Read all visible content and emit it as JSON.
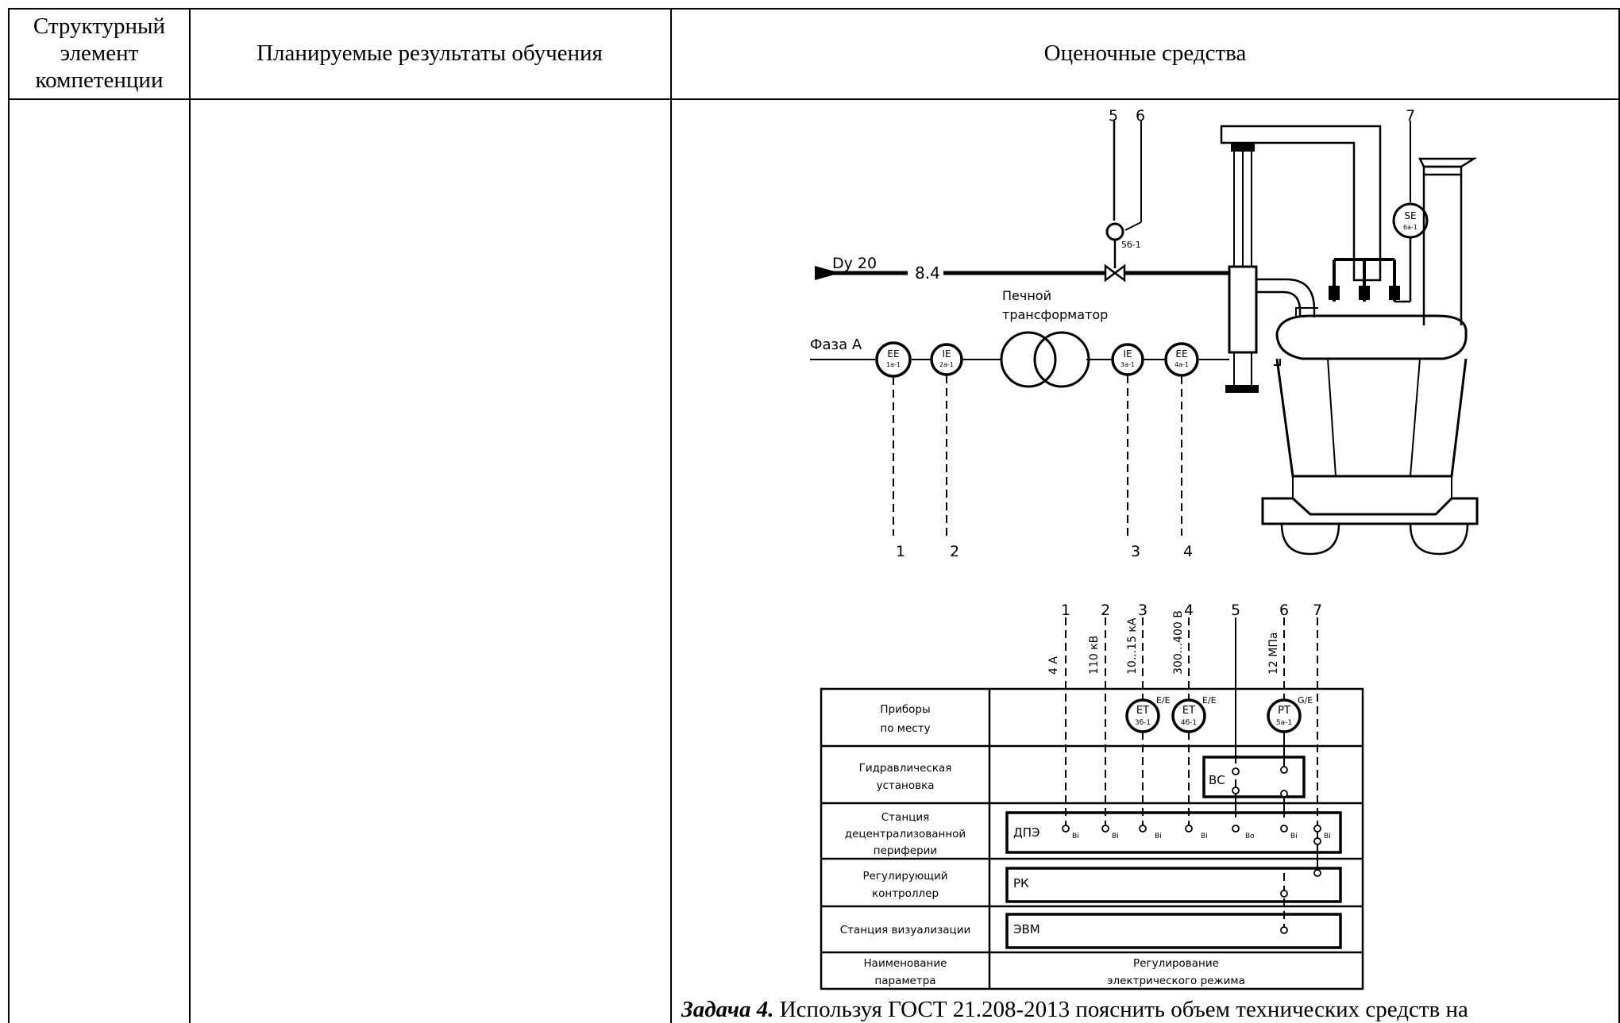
{
  "table": {
    "col1_header": "Структурный элемент компетенции",
    "col2_header": "Планируемые результаты обучения",
    "col3_header": "Оценочные средства"
  },
  "schematic": {
    "callouts_top": [
      "5",
      "6",
      "7"
    ],
    "pipe_label": "Dy 20",
    "pipe_number": "8.4",
    "transformer_label_1": "Печной",
    "transformer_label_2": "трансформатор",
    "phase_label": "Фаза А",
    "instruments": [
      {
        "code": "EE",
        "pos": "1а-1"
      },
      {
        "code": "IE",
        "pos": "2а-1"
      },
      {
        "code": "IE",
        "pos": "3а-1"
      },
      {
        "code": "EE",
        "pos": "4а-1"
      },
      {
        "code": "SE",
        "pos": "6а-1"
      }
    ],
    "valve_pos": "5б-1",
    "callouts_bottom": [
      "1",
      "2",
      "3",
      "4"
    ]
  },
  "function_table": {
    "line_numbers": [
      "1",
      "2",
      "3",
      "4",
      "5",
      "6",
      "7"
    ],
    "parameter_values": [
      "4 А",
      "110 кВ",
      "10...15 кА",
      "300...400 В",
      "12 МПа"
    ],
    "rows": [
      {
        "label_1": "Приборы",
        "label_2": "по месту"
      },
      {
        "label_1": "Гидравлическая",
        "label_2": "установка"
      },
      {
        "label_1": "Станция",
        "label_2": "децентрализованной",
        "label_3": "периферии"
      },
      {
        "label_1": "Регулирующий",
        "label_2": "контроллер"
      },
      {
        "label_1": "Станция визуализации"
      },
      {
        "label_1": "Наименование",
        "label_2": "параметра"
      }
    ],
    "field_instruments": [
      {
        "code": "ET",
        "pos": "3б-1",
        "sig": "E/E"
      },
      {
        "code": "ET",
        "pos": "4б-1",
        "sig": "E/E"
      },
      {
        "code": "PT",
        "pos": "5а-1",
        "sig": "G/E"
      }
    ],
    "hydraulic_unit": "ВС",
    "dpe_label": "ДПЭ",
    "rk_label": "РК",
    "evm_label": "ЭВМ",
    "io": [
      "Bi",
      "Bi",
      "Bi",
      "Bi",
      "Bo",
      "Bi",
      "Bi"
    ],
    "parameter_name_1": "Регулирование",
    "parameter_name_2": "электрического режима"
  },
  "task": {
    "label": "Задача 4.",
    "text": " Используя ГОСТ 21.208-2013 пояснить объем технических средств на"
  }
}
